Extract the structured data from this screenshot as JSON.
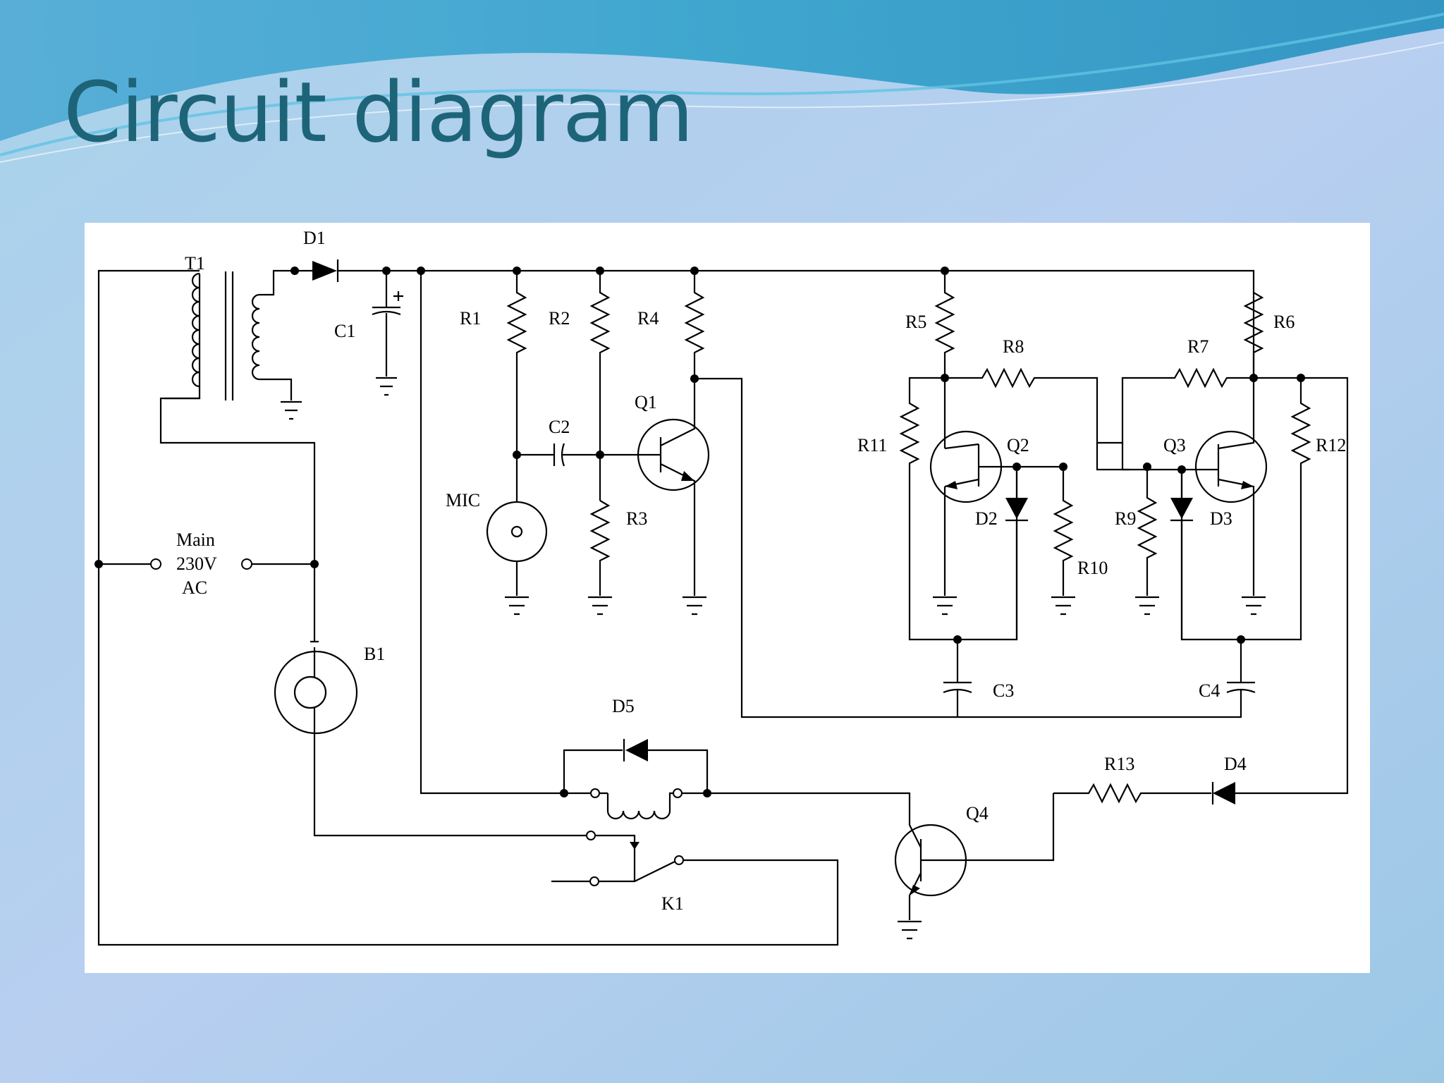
{
  "slide": {
    "title": "Circuit diagram",
    "colors": {
      "title": "#1d6479",
      "background": "#9cc8e6",
      "wave": "#2b9fc9",
      "panel": "#ffffff"
    }
  },
  "diagram": {
    "labels": {
      "T1": "T1",
      "D1": "D1",
      "C1": "C1",
      "R1": "R1",
      "R2": "R2",
      "R4": "R4",
      "Q1": "Q1",
      "C2": "C2",
      "MIC": "MIC",
      "R3": "R3",
      "R5": "R5",
      "R6": "R6",
      "R8": "R8",
      "R7": "R7",
      "R11": "R11",
      "Q2": "Q2",
      "Q3": "Q3",
      "R12": "R12",
      "D2": "D2",
      "R9": "R9",
      "D3": "D3",
      "R10": "R10",
      "C3": "C3",
      "C4": "C4",
      "main1": "Main",
      "main2": "230V",
      "main3": "AC",
      "B1": "B1",
      "D5": "D5",
      "R13": "R13",
      "D4": "D4",
      "Q4": "Q4",
      "K1": "K1"
    }
  }
}
